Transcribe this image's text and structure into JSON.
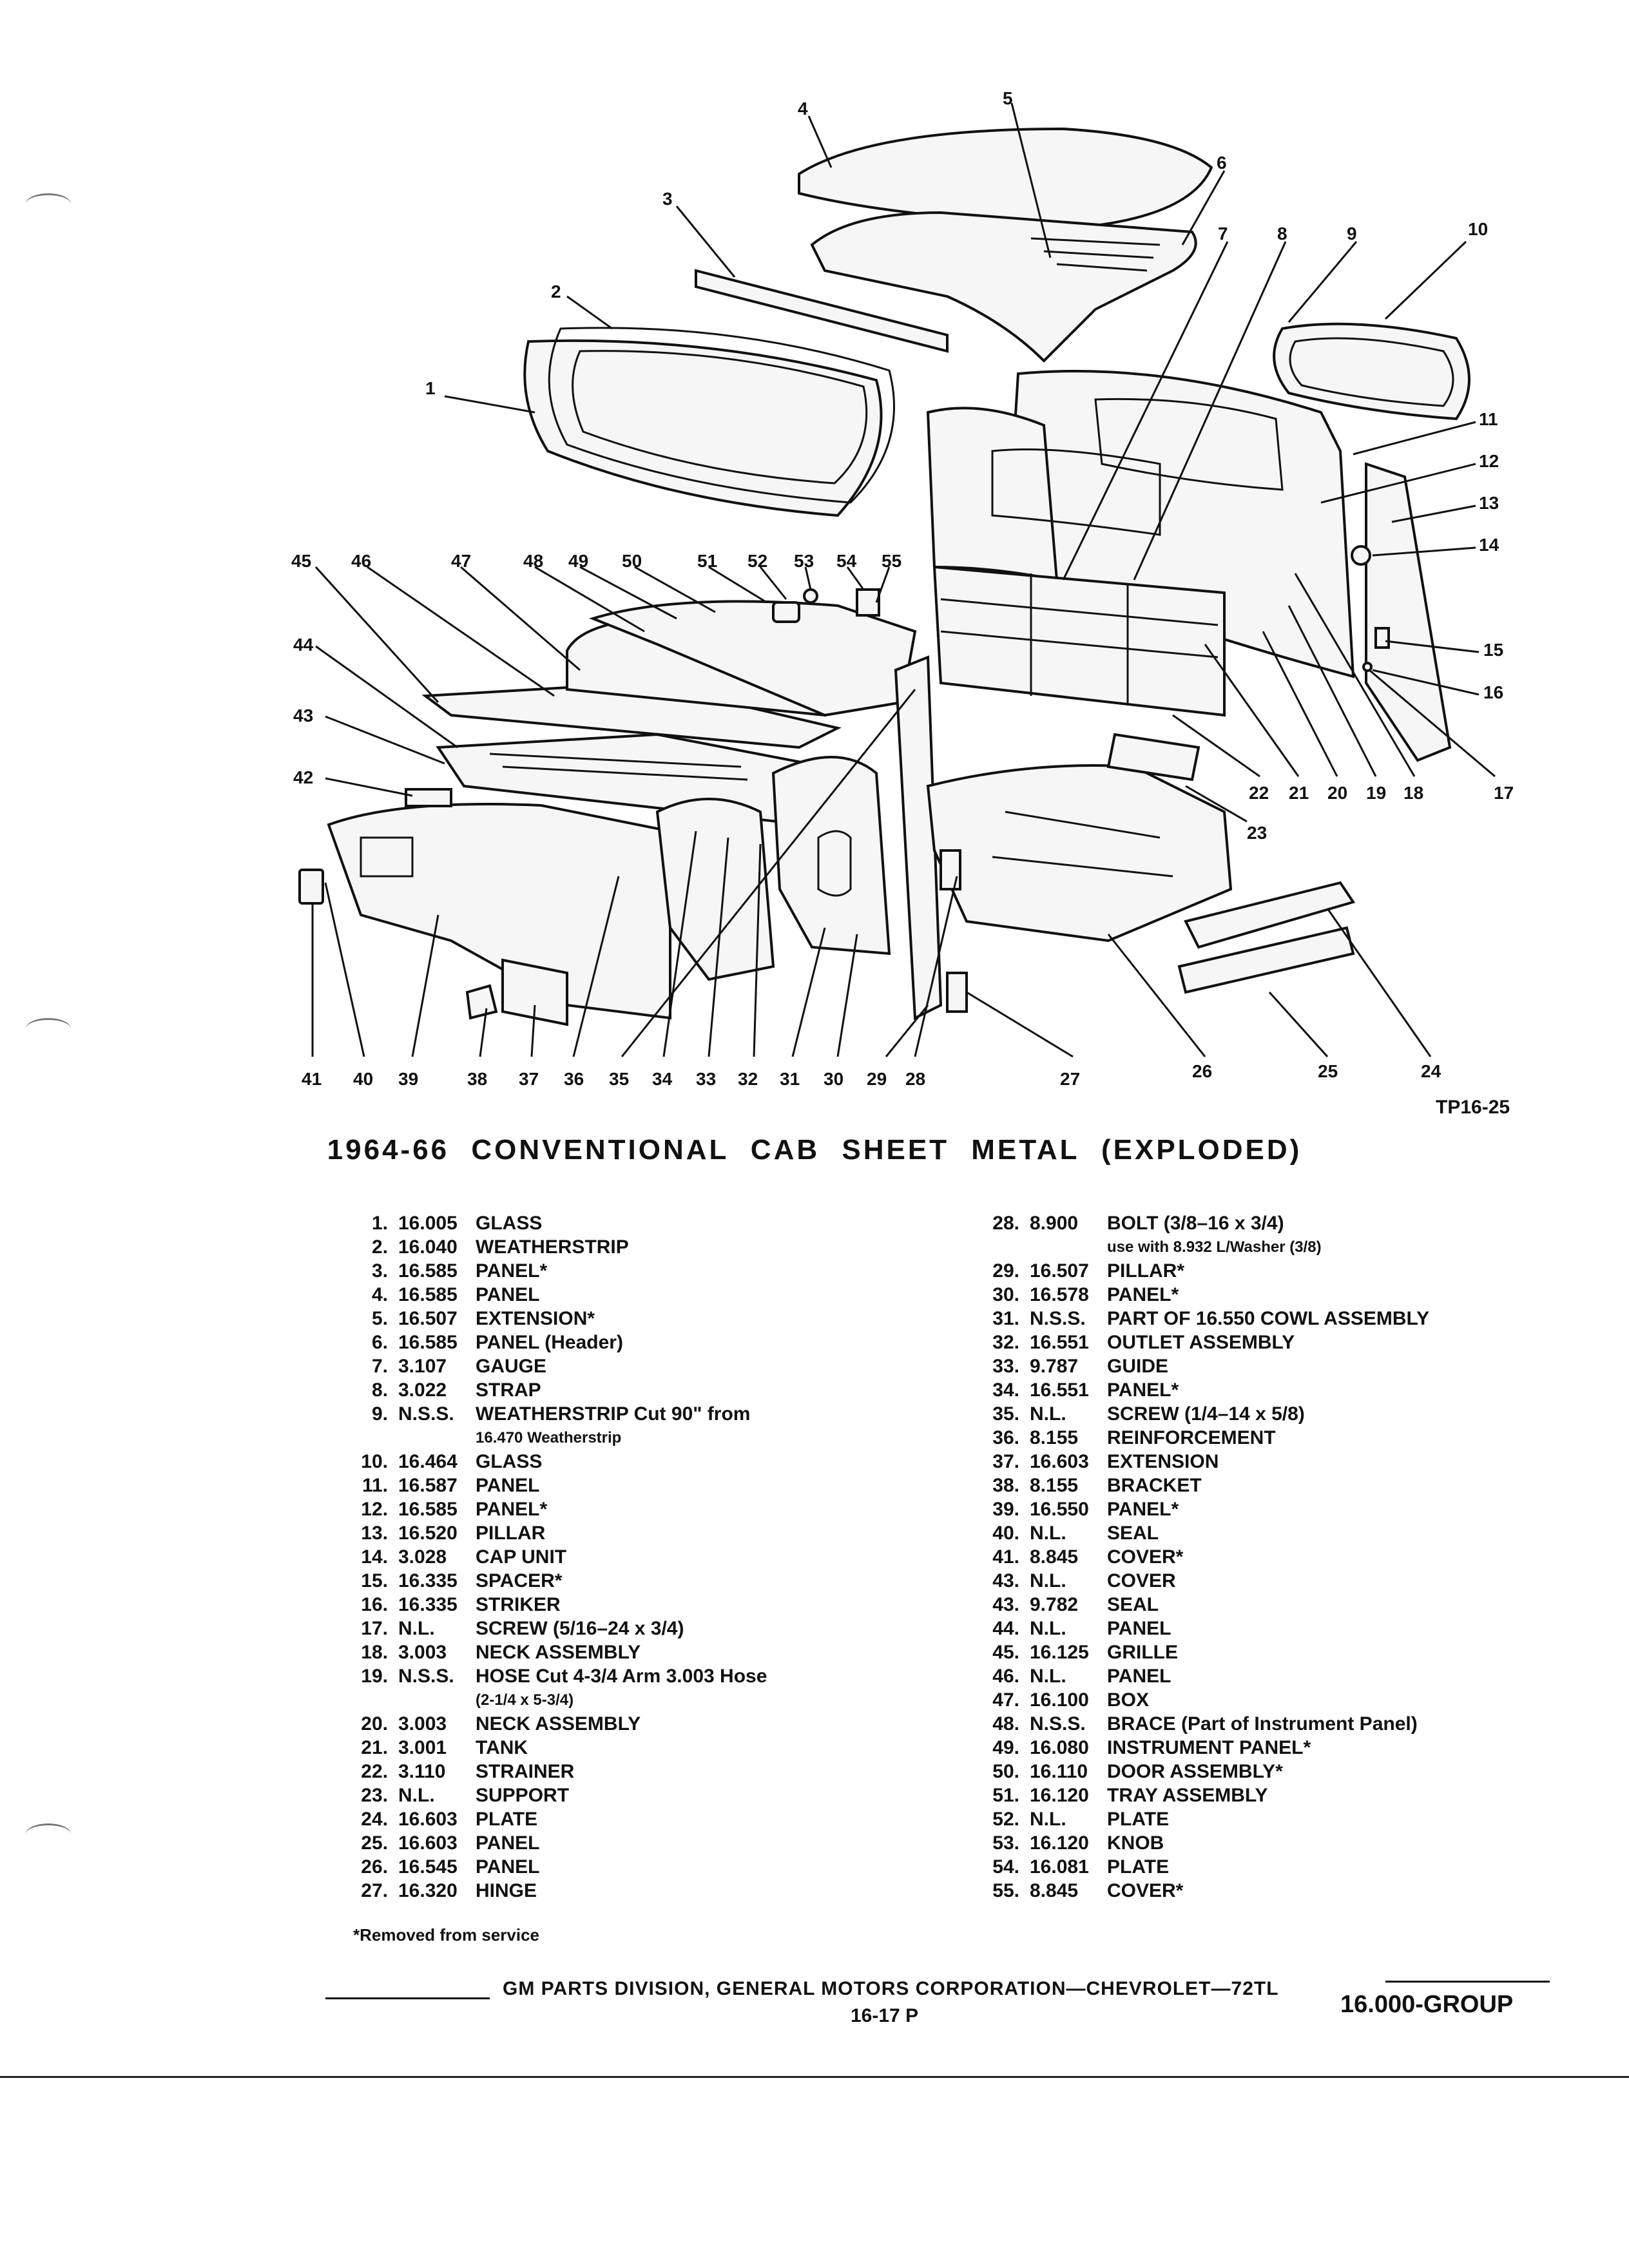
{
  "diagram": {
    "figure_id": "TP16-25",
    "caption": "1964-66 CONVENTIONAL CAB SHEET METAL (EXPLODED)",
    "callouts": [
      "1",
      "2",
      "3",
      "4",
      "5",
      "6",
      "7",
      "8",
      "9",
      "10",
      "11",
      "12",
      "13",
      "14",
      "15",
      "16",
      "17",
      "18",
      "19",
      "20",
      "21",
      "22",
      "23",
      "24",
      "25",
      "26",
      "27",
      "28",
      "29",
      "30",
      "31",
      "32",
      "33",
      "34",
      "35",
      "36",
      "37",
      "38",
      "39",
      "40",
      "41",
      "42",
      "43",
      "44",
      "45",
      "46",
      "47",
      "48",
      "49",
      "50",
      "51",
      "52",
      "53",
      "54",
      "55"
    ]
  },
  "parts_left": [
    {
      "num": "1.",
      "code": "16.005",
      "desc": "GLASS"
    },
    {
      "num": "2.",
      "code": "16.040",
      "desc": "WEATHERSTRIP"
    },
    {
      "num": "3.",
      "code": "16.585",
      "desc": "PANEL*"
    },
    {
      "num": "4.",
      "code": "16.585",
      "desc": "PANEL"
    },
    {
      "num": "5.",
      "code": "16.507",
      "desc": "EXTENSION*"
    },
    {
      "num": "6.",
      "code": "16.585",
      "desc": "PANEL (Header)"
    },
    {
      "num": "7.",
      "code": "3.107",
      "desc": "GAUGE"
    },
    {
      "num": "8.",
      "code": "3.022",
      "desc": "STRAP"
    },
    {
      "num": "9.",
      "code": "N.S.S.",
      "desc": "WEATHERSTRIP Cut 90\" from",
      "sub": "16.470 Weatherstrip"
    },
    {
      "num": "10.",
      "code": "16.464",
      "desc": "GLASS"
    },
    {
      "num": "11.",
      "code": "16.587",
      "desc": "PANEL"
    },
    {
      "num": "12.",
      "code": "16.585",
      "desc": "PANEL*"
    },
    {
      "num": "13.",
      "code": "16.520",
      "desc": "PILLAR"
    },
    {
      "num": "14.",
      "code": "3.028",
      "desc": "CAP UNIT"
    },
    {
      "num": "15.",
      "code": "16.335",
      "desc": "SPACER*"
    },
    {
      "num": "16.",
      "code": "16.335",
      "desc": "STRIKER"
    },
    {
      "num": "17.",
      "code": "N.L.",
      "desc": "SCREW (5/16–24 x 3/4)"
    },
    {
      "num": "18.",
      "code": "3.003",
      "desc": "NECK ASSEMBLY"
    },
    {
      "num": "19.",
      "code": "N.S.S.",
      "desc": "HOSE Cut 4-3/4 Arm 3.003 Hose",
      "sub": "(2-1/4 x 5-3/4)"
    },
    {
      "num": "20.",
      "code": "3.003",
      "desc": "NECK ASSEMBLY"
    },
    {
      "num": "21.",
      "code": "3.001",
      "desc": "TANK"
    },
    {
      "num": "22.",
      "code": "3.110",
      "desc": "STRAINER"
    },
    {
      "num": "23.",
      "code": "N.L.",
      "desc": "SUPPORT"
    },
    {
      "num": "24.",
      "code": "16.603",
      "desc": "PLATE"
    },
    {
      "num": "25.",
      "code": "16.603",
      "desc": "PANEL"
    },
    {
      "num": "26.",
      "code": "16.545",
      "desc": "PANEL"
    },
    {
      "num": "27.",
      "code": "16.320",
      "desc": "HINGE"
    }
  ],
  "parts_right": [
    {
      "num": "28.",
      "code": "8.900",
      "desc": "BOLT (3/8–16 x 3/4)",
      "sub": "use with 8.932 L/Washer (3/8)"
    },
    {
      "num": "29.",
      "code": "16.507",
      "desc": "PILLAR*"
    },
    {
      "num": "30.",
      "code": "16.578",
      "desc": "PANEL*"
    },
    {
      "num": "31.",
      "code": "N.S.S.",
      "desc": "PART OF 16.550 COWL ASSEMBLY"
    },
    {
      "num": "32.",
      "code": "16.551",
      "desc": "OUTLET ASSEMBLY"
    },
    {
      "num": "33.",
      "code": "9.787",
      "desc": "GUIDE"
    },
    {
      "num": "34.",
      "code": "16.551",
      "desc": "PANEL*"
    },
    {
      "num": "35.",
      "code": "N.L.",
      "desc": "SCREW (1/4–14 x 5/8)"
    },
    {
      "num": "36.",
      "code": "8.155",
      "desc": "REINFORCEMENT"
    },
    {
      "num": "37.",
      "code": "16.603",
      "desc": "EXTENSION"
    },
    {
      "num": "38.",
      "code": "8.155",
      "desc": "BRACKET"
    },
    {
      "num": "39.",
      "code": "16.550",
      "desc": "PANEL*"
    },
    {
      "num": "40.",
      "code": "N.L.",
      "desc": "SEAL"
    },
    {
      "num": "41.",
      "code": "8.845",
      "desc": "COVER*"
    },
    {
      "num": "43.",
      "code": "N.L.",
      "desc": "COVER"
    },
    {
      "num": "43.",
      "code": "9.782",
      "desc": "SEAL"
    },
    {
      "num": "44.",
      "code": "N.L.",
      "desc": "PANEL"
    },
    {
      "num": "45.",
      "code": "16.125",
      "desc": "GRILLE"
    },
    {
      "num": "46.",
      "code": "N.L.",
      "desc": "PANEL"
    },
    {
      "num": "47.",
      "code": "16.100",
      "desc": "BOX"
    },
    {
      "num": "48.",
      "code": "N.S.S.",
      "desc": "BRACE (Part of Instrument Panel)"
    },
    {
      "num": "49.",
      "code": "16.080",
      "desc": "INSTRUMENT PANEL*"
    },
    {
      "num": "50.",
      "code": "16.110",
      "desc": "DOOR ASSEMBLY*"
    },
    {
      "num": "51.",
      "code": "16.120",
      "desc": "TRAY ASSEMBLY"
    },
    {
      "num": "52.",
      "code": "N.L.",
      "desc": "PLATE"
    },
    {
      "num": "53.",
      "code": "16.120",
      "desc": "KNOB"
    },
    {
      "num": "54.",
      "code": "16.081",
      "desc": "PLATE"
    },
    {
      "num": "55.",
      "code": "8.845",
      "desc": "COVER*"
    }
  ],
  "footnote": "*Removed from service",
  "footer": {
    "division": "GM PARTS DIVISION, GENERAL MOTORS CORPORATION—CHEVROLET—72TL",
    "page": "16-17 P",
    "group": "16.000-GROUP"
  }
}
